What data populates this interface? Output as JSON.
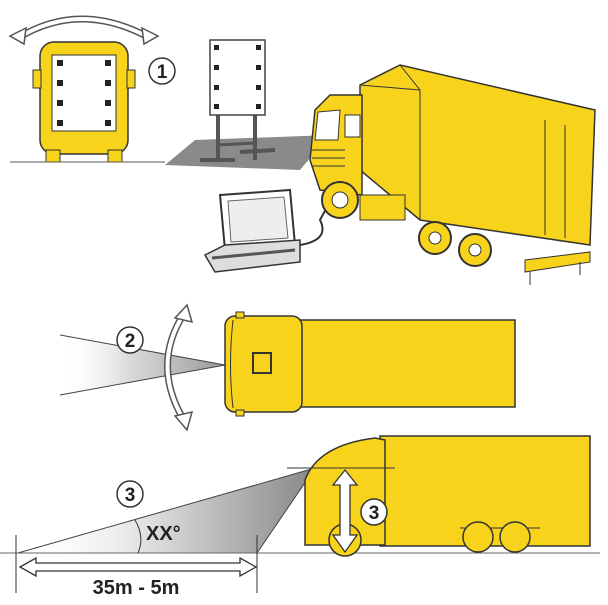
{
  "steps": {
    "step1": {
      "number": "1"
    },
    "step2": {
      "number": "2"
    },
    "step3": {
      "number": "3"
    },
    "step3_height": {
      "number": "3"
    }
  },
  "angle_label": "XX°",
  "distance_label": "35m - 5m",
  "colors": {
    "truck": "#f7d31c",
    "outline": "#333333",
    "floor": "#8a8a8a"
  }
}
